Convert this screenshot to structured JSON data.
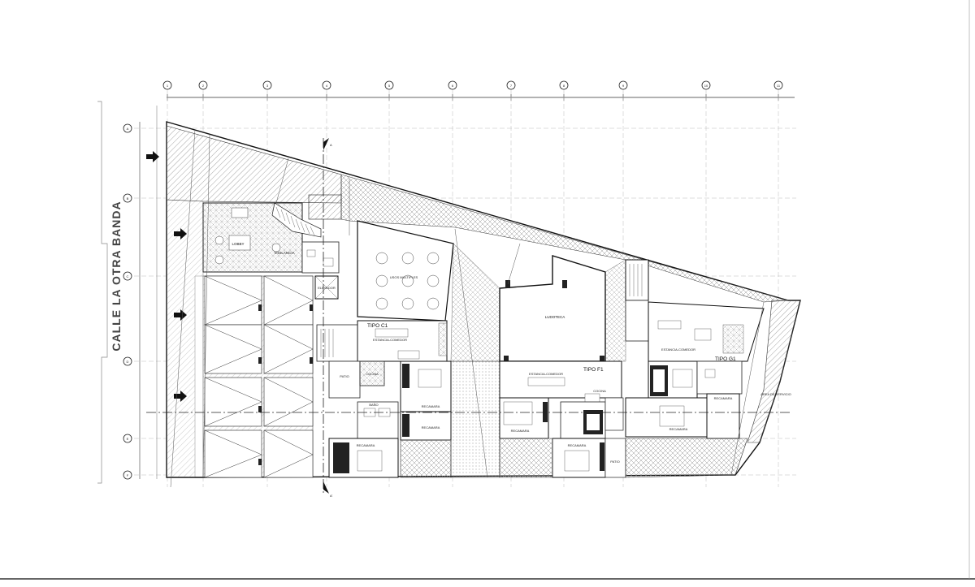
{
  "plan": {
    "street_name": "CALLE LA OTRA BANDA",
    "grid_columns": [
      "1",
      "2",
      "3",
      "4",
      "5",
      "6",
      "7",
      "8",
      "9",
      "10",
      "11"
    ],
    "grid_rows": [
      "A",
      "B",
      "C",
      "D",
      "E",
      "F"
    ],
    "unit_types": [
      "TIPO C1",
      "TIPO F1",
      "TIPO G1"
    ],
    "rooms": {
      "lobby": "LOBBY",
      "vigilancia": "VIGILANCIA",
      "elevator": "ELEVADOR",
      "usos_multiples": "USOS MULTIPLES",
      "ludoteca": "LUDOTECA",
      "estancia_comedor_1": "ESTANCIA-COMEDOR",
      "estancia_comedor_2": "ESTANCIA-COMEDOR",
      "estancia_comedor_3": "ESTANCIA-COMEDOR",
      "recamara_1": "RECAMARA",
      "recamara_2": "RECAMARA",
      "recamara_3": "RECAMARA",
      "recamara_4": "RECAMARA",
      "recamara_5": "RECAMARA",
      "recamara_6": "RECAMARA",
      "recamara_7": "RECAMARA",
      "cocina_1": "COCINA",
      "cocina_2": "COCINA",
      "bano": "BAÑO",
      "patio_1": "PATIO",
      "patio_2": "PATIO",
      "area_verde": "AREA DE SERVICIO"
    },
    "section_marks": [
      "A",
      "A'"
    ]
  }
}
